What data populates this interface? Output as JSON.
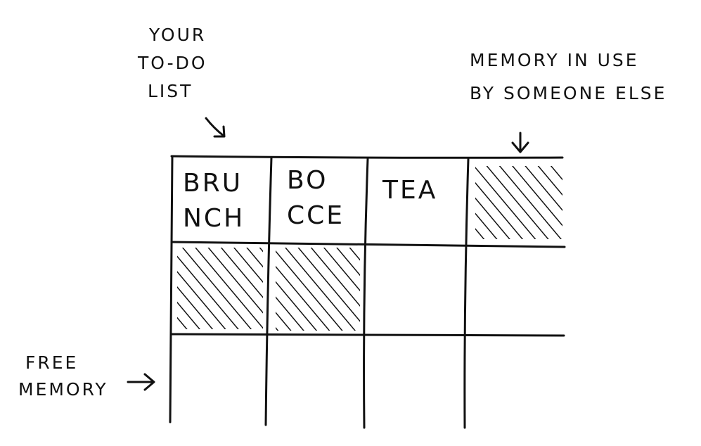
{
  "labels": {
    "todo_list": [
      "YOUR",
      "TO-DO",
      "LIST"
    ],
    "in_use": [
      "MEMORY IN USE",
      "BY SOMEONE ELSE"
    ],
    "free_memory": [
      "FREE",
      "MEMORY"
    ]
  },
  "cells": {
    "r0c0": [
      "BRU",
      "NCH"
    ],
    "r0c1": [
      "BO",
      "CCE"
    ],
    "r0c2": [
      "TEA"
    ]
  },
  "colors": {
    "ink": "#111111",
    "paper": "#ffffff"
  }
}
